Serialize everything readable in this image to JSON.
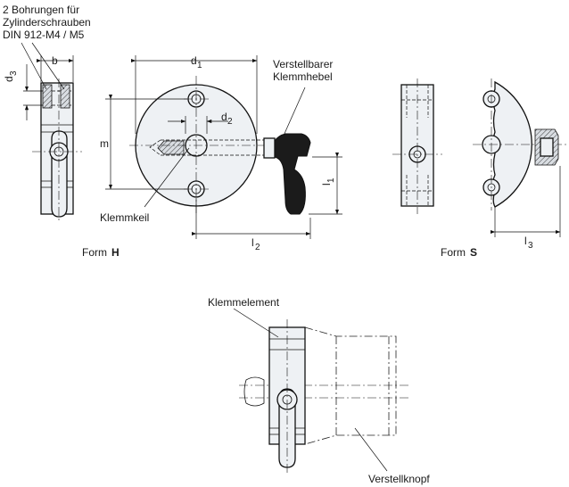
{
  "labels": {
    "bores_line1": "2 Bohrungen für",
    "bores_line2": "Zylinderschrauben",
    "bores_line3": "DIN 912-M4 / M5",
    "d3_base": "d",
    "d3_sub": "3",
    "b": "b",
    "d1_base": "d",
    "d1_sub": "1",
    "d2_base": "d",
    "d2_sub": "2",
    "m": "m",
    "l1_base": "l",
    "l1_sub": "1",
    "l2_base": "l",
    "l2_sub": "2",
    "l3_base": "l",
    "l3_sub": "3",
    "lever_line1": "Verstellbarer",
    "lever_line2": "Klemmhebel",
    "wedge": "Klemmkeil",
    "form_word": "Form",
    "form_h": "H",
    "form_s": "S",
    "element": "Klemmelement",
    "knob": "Verstellknopf"
  }
}
